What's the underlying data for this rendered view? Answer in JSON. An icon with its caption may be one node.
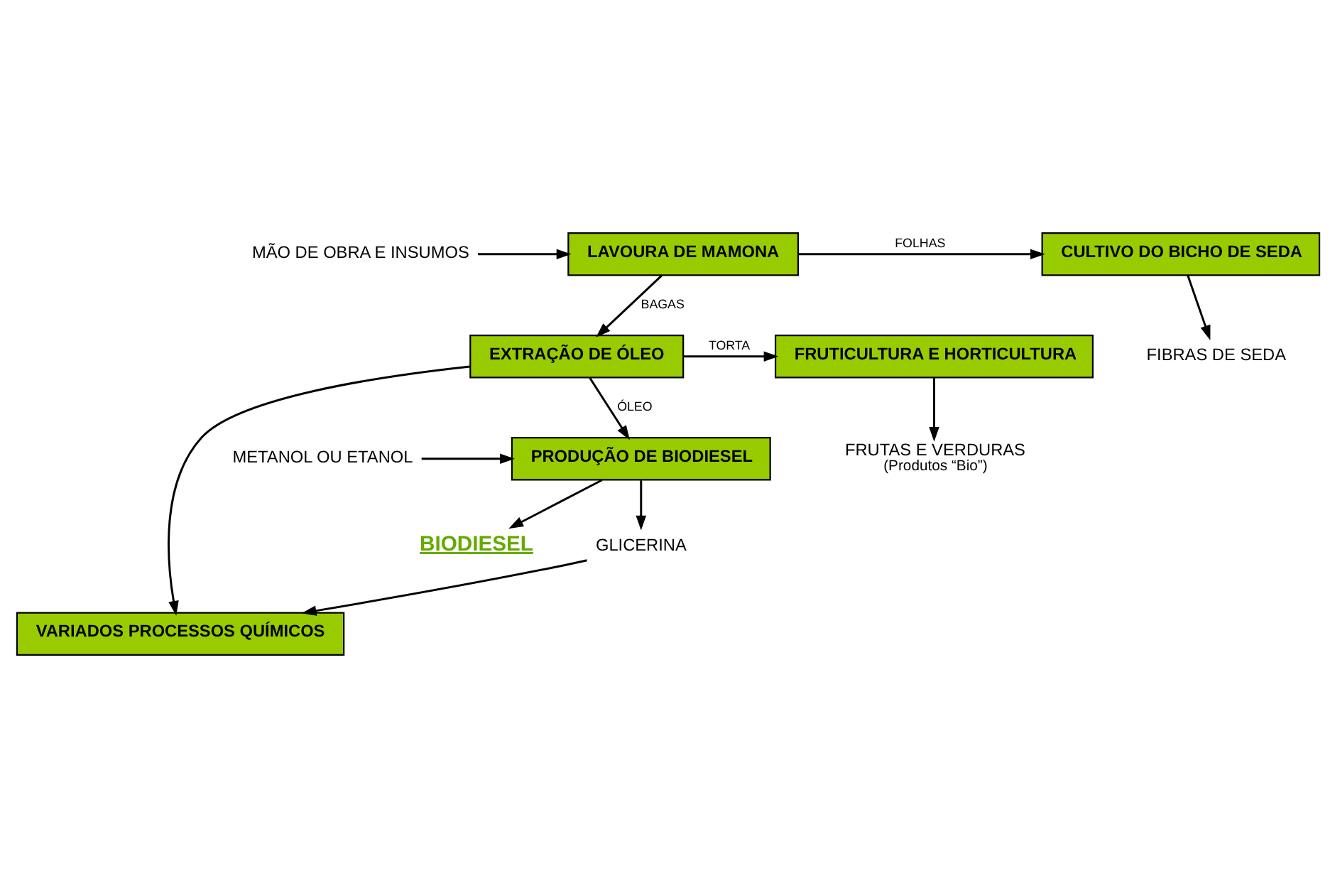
{
  "diagram": {
    "nodes": [
      {
        "text": [
          "MÃO DE OBRA E INSUMOS"
        ]
      },
      {
        "text": [
          "LAVOURA DE MAMONA"
        ]
      },
      {
        "text": [
          "CULTIVO DO BICHO DE SEDA"
        ]
      },
      {
        "text": [
          "FIBRAS DE SEDA"
        ]
      },
      {
        "text": [
          "EXTRAÇÃO DE ÓLEO"
        ]
      },
      {
        "text": [
          "FRUTICULTURA E HORTICULTURA"
        ]
      },
      {
        "text": [
          "FRUTAS E VERDURAS",
          "(Produtos “Bio”)"
        ]
      },
      {
        "text": [
          "VARIADOS PROCESSOS QUÍMICOS"
        ]
      },
      {
        "text": [
          "PRODUÇÃO DE BIODIESEL"
        ]
      },
      {
        "text": [
          "METANOL OU ETANOL"
        ]
      },
      {
        "text": [
          "BIODIESEL"
        ]
      },
      {
        "text": [
          "GLICERINA"
        ]
      }
    ],
    "edges": [
      {
        "from": 0,
        "to": 1,
        "arrow": "to"
      },
      {
        "from": 1,
        "to": 2,
        "arrow": "to",
        "label": "FOLHAS"
      },
      {
        "from": 2,
        "to": 3,
        "arrow": "to"
      },
      {
        "from": 1,
        "to": 4,
        "arrow": "to",
        "label": "BAGAS"
      },
      {
        "from": 4,
        "to": 5,
        "arrow": "to",
        "label": "TORTA"
      },
      {
        "from": 5,
        "to": 6,
        "arrow": "to"
      },
      {
        "from": 4,
        "to": 8,
        "arrow": "to",
        "label": "ÓLEO"
      },
      {
        "from": 4,
        "to": 7,
        "arrow": "to"
      },
      {
        "from": 9,
        "to": 8,
        "arrow": "to"
      },
      {
        "from": 8,
        "to": 10,
        "arrow": "to"
      },
      {
        "from": 8,
        "to": 11,
        "arrow": "to"
      },
      {
        "from": 11,
        "to": 7,
        "arrow": "to"
      }
    ]
  }
}
